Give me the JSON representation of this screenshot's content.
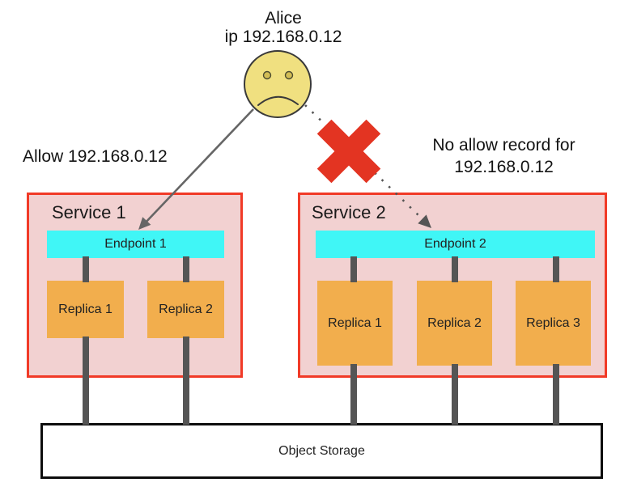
{
  "diagram": {
    "actor": {
      "name": "Alice",
      "ip": "ip 192.168.0.12"
    },
    "notes": {
      "allow": "Allow 192.168.0.12",
      "deny_line1": "No allow record for",
      "deny_line2": "192.168.0.12"
    },
    "services": [
      {
        "label": "Service 1",
        "endpoint": "Endpoint 1",
        "replicas": [
          "Replica 1",
          "Replica 2"
        ]
      },
      {
        "label": "Service 2",
        "endpoint": "Endpoint 2",
        "replicas": [
          "Replica 1",
          "Replica 2",
          "Replica 3"
        ]
      }
    ],
    "storage": {
      "label": "Object Storage"
    },
    "icons": [
      "sad-face-icon",
      "blocked-x-icon",
      "allowed-arrow",
      "denied-arrow"
    ],
    "colors": {
      "service_border": "#f13a27",
      "service_fill": "#f2d1d1",
      "endpoint_fill": "#40f6f6",
      "replica_fill": "#f2ae4d",
      "storage_border": "#0d0d0d",
      "connector_gray": "#555555",
      "x_mark_red": "#e33422",
      "face_yellow": "#f0e080",
      "arrow_gray": "#666666"
    }
  }
}
